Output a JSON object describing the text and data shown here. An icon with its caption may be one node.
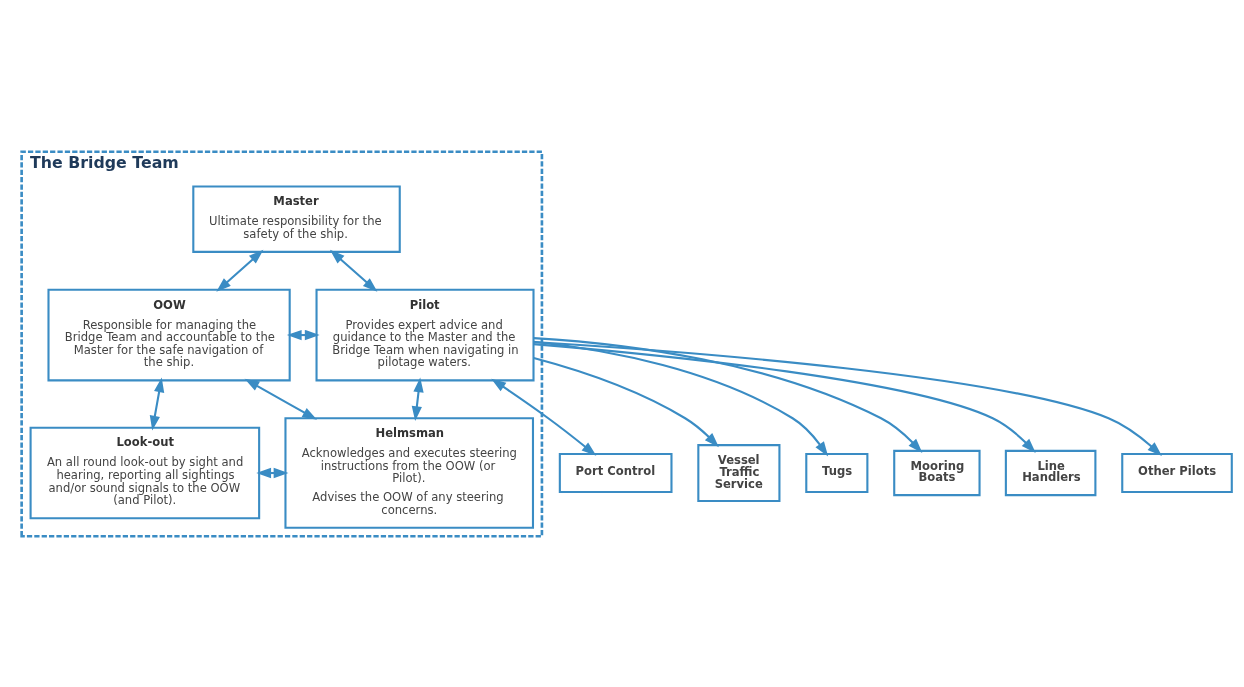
{
  "diagram": {
    "nodes": [
      {
        "text": [
          "The Bridge Team"
        ]
      },
      {
        "text": [
          "Master",
          "Ultimate responsibility for the safety of the ship."
        ],
        "in": 0
      },
      {
        "text": [
          "OOW",
          "Responsible for managing the Bridge Team and accountable to the Master for the safe navigation of the ship."
        ],
        "in": 0
      },
      {
        "text": [
          "Pilot",
          "Provides expert advice and guidance to the Master and the Bridge Team when navigating in pilotage waters."
        ],
        "in": 0
      },
      {
        "text": [
          "Look-out",
          "An all round look-out by sight and hearing, reporting all sightings and/or sound signals to the OOW (and Pilot)."
        ],
        "in": 0
      },
      {
        "text": [
          "Helmsman",
          "Acknowledges and executes steering instructions from the OOW (or Pilot).",
          "Advises the OOW of any steering concerns."
        ],
        "in": 0
      },
      {
        "text": [
          "Port Control"
        ]
      },
      {
        "text": [
          "Vessel Traffic Service"
        ]
      },
      {
        "text": [
          "Tugs"
        ]
      },
      {
        "text": [
          "Mooring Boats"
        ]
      },
      {
        "text": [
          "Line Handlers"
        ]
      },
      {
        "text": [
          "Other Pilots"
        ]
      }
    ],
    "edges": [
      {
        "from": 2,
        "to": 1,
        "arrow": "both"
      },
      {
        "from": 3,
        "to": 1,
        "arrow": "both"
      },
      {
        "from": 2,
        "to": 3,
        "arrow": "both"
      },
      {
        "from": 4,
        "to": 2,
        "arrow": "both"
      },
      {
        "from": 5,
        "to": 2,
        "arrow": "both"
      },
      {
        "from": 4,
        "to": 5,
        "arrow": "both"
      },
      {
        "from": 5,
        "to": 3,
        "arrow": "both"
      },
      {
        "from": 3,
        "to": 6,
        "arrow": "both"
      },
      {
        "from": 3,
        "to": 7,
        "arrow": "to"
      },
      {
        "from": 3,
        "to": 8,
        "arrow": "to"
      },
      {
        "from": 3,
        "to": 9,
        "arrow": "to"
      },
      {
        "from": 3,
        "to": 10,
        "arrow": "to"
      },
      {
        "from": 3,
        "to": 11,
        "arrow": "to"
      }
    ]
  }
}
